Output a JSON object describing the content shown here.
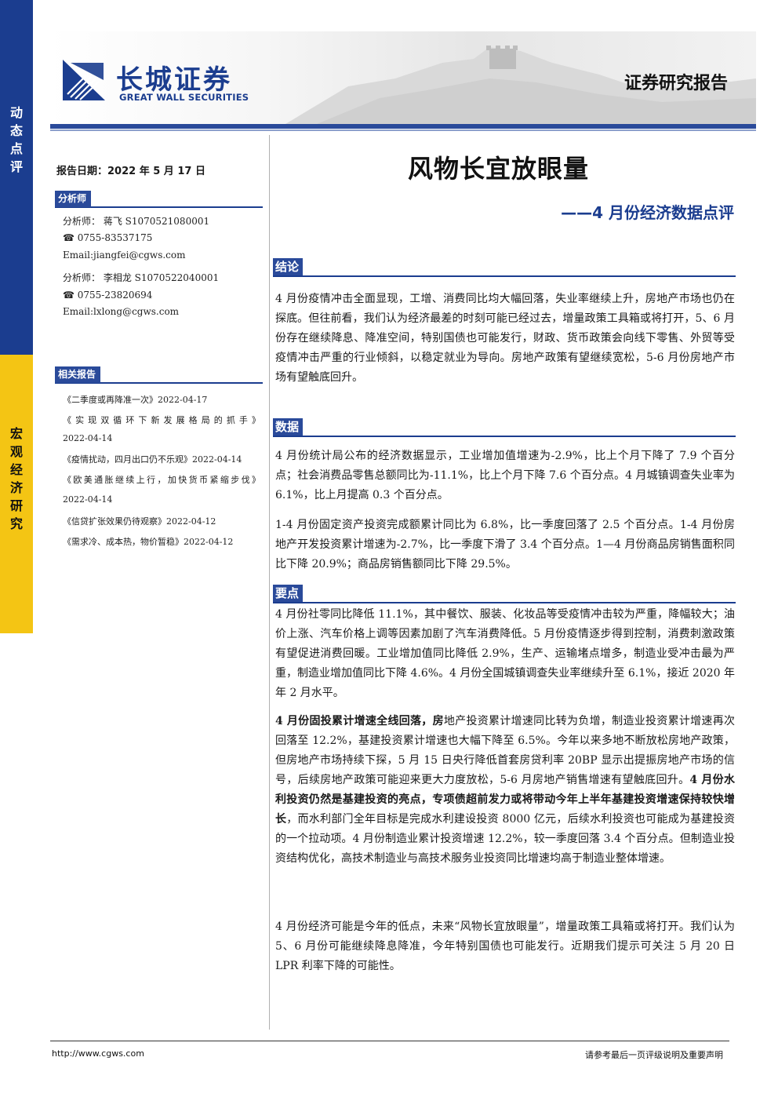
{
  "side": {
    "top_text": "动态点评",
    "bottom_text": "宏观经济研究"
  },
  "header": {
    "logo_cn": "长城证券",
    "logo_en": "GREAT WALL SECURITIES",
    "doc_type": "证券研究报告"
  },
  "report_date": "报告日期：2022 年 5 月 17 日",
  "analysts": {
    "label": "分析师",
    "lines": [
      "分析师： 蒋飞  S1070521080001",
      "☎  0755-83537175",
      "Email:jiangfei@cgws.com",
      "分析师： 李相龙  S1070522040001",
      "☎  0755-23820694",
      "Email:lxlong@cgws.com"
    ]
  },
  "related": {
    "label": "相关报告",
    "items": [
      "《二季度或再降准一次》2022-04-17",
      "《实现双循环下新发展格局的抓手》",
      "2022-04-14",
      "《疫情扰动，四月出口仍不乐观》2022-04-14",
      "《欧美通胀继续上行，加快货币紧缩步伐》",
      "2022-04-14",
      "《信贷扩张效果仍待观察》2022-04-12",
      "《需求冷、成本热，物价暂稳》2022-04-12"
    ]
  },
  "title": "风物长宜放眼量",
  "subtitle": "——4 月份经济数据点评",
  "sections": {
    "conclusion": {
      "label": "结论",
      "text": "4 月份疫情冲击全面显现，工增、消费同比均大幅回落，失业率继续上升，房地产市场也仍在探底。但往前看，我们认为经济最差的时刻可能已经过去，增量政策工具箱或将打开，5、6 月份存在继续降息、降准空间，特别国债也可能发行，财政、货币政策会向线下零售、外贸等受疫情冲击严重的行业倾斜，以稳定就业为导向。房地产政策有望继续宽松，5-6 月份房地产市场有望触底回升。"
    },
    "data": {
      "label": "数据",
      "p1": "4 月份统计局公布的经济数据显示，工业增加值增速为-2.9%，比上个月下降了 7.9 个百分点；社会消费品零售总额同比为-11.1%，比上个月下降 7.6 个百分点。4 月城镇调查失业率为 6.1%，比上月提高 0.3 个百分点。",
      "p2": "1-4 月份固定资产投资完成额累计同比为 6.8%，比一季度回落了 2.5 个百分点。1-4 月份房地产开发投资累计增速为-2.7%，比一季度下滑了 3.4 个百分点。1—4 月份商品房销售面积同比下降 20.9%；商品房销售额同比下降 29.5%。"
    },
    "points": {
      "label": "要点",
      "p1": "4 月份社零同比降低 11.1%，其中餐饮、服装、化妆品等受疫情冲击较为严重，降幅较大；油价上涨、汽车价格上调等因素加剧了汽车消费降低。5 月份疫情逐步得到控制，消费刺激政策有望促进消费回暖。工业增加值同比降低 2.9%，生产、运输堵点增多，制造业受冲击最为严重，制造业增加值同比下降 4.6%。4 月份全国城镇调查失业率继续升至 6.1%，接近 2020 年年 2 月水平。",
      "p2_bold1": "4 月份固投累计增速全线回落，房",
      "p2_text1": "地产投资累计增速同比转为负增，制造业投资累计增速再次回落至 12.2%，基建投资累计增速也大幅下降至 6.5%。今年以来多地不断放松房地产政策，但房地产市场持续下探，5 月 15 日央行降低首套房贷利率 20BP 显示出提振房地产市场的信号，后续房地产政策可能迎来更大力度放松，5-6 月房地产销售增速有望触底回升。",
      "p2_bold2": "4 月份水利投资仍然是基建投资的亮点，专项债超前发力或将带动今年上半年基建投资增速保持较快增长",
      "p2_text2": "，而水利部门全年目标是完成水利建设投资 8000 亿元，后续水利投资也可能成为基建投资的一个拉动项。4 月份制造业累计投资增速 12.2%，较一季度回落 3.4 个百分点。但制造业投资结构优化，高技术制造业与高技术服务业投资同比增速均高于制造业整体增速。",
      "p3": "4 月份经济可能是今年的低点，未来“风物长宜放眼量”，增量政策工具箱或将打开。我们认为 5、6 月份可能继续降息降准，今年特别国债也可能发行。近期我们提示可关注 5 月 20 日 LPR 利率下降的可能性。"
    }
  },
  "footer": {
    "url": "http://www.cgws.com",
    "note": "请参考最后一页评级说明及重要声明"
  },
  "colors": {
    "brand_blue": "#1b3d8f",
    "accent_yellow": "#f4c514"
  }
}
